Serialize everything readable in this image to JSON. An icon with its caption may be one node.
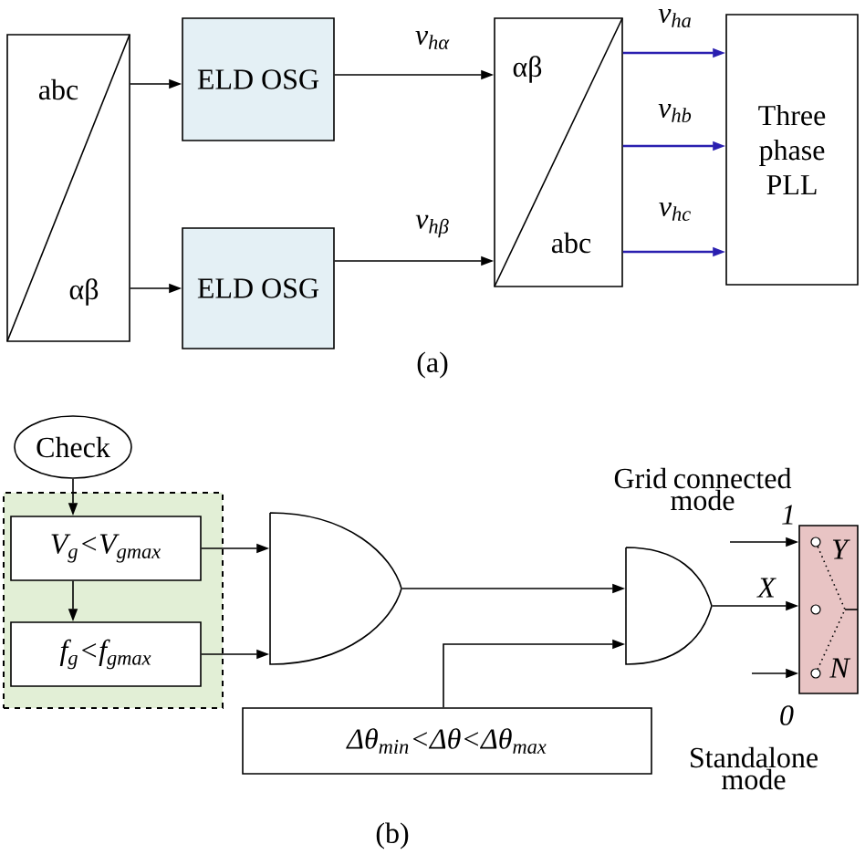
{
  "diagram": {
    "nodes": [
      {
        "text": [
          "abc",
          "αβ"
        ]
      },
      {
        "text": [
          "ELD OSG"
        ]
      },
      {
        "text": [
          "ELD OSG"
        ]
      },
      {
        "text": [
          "αβ",
          "abc"
        ]
      },
      {
        "text": [
          "Three phase PLL"
        ]
      },
      {
        "text": [
          "Check"
        ]
      },
      {
        "text": [],
        "shape": "box"
      },
      {
        "text": [
          "V$_{g}$<V$_{gmax}$"
        ],
        "in": 6
      },
      {
        "text": [
          "f$_{g}$<f$_{gmax}$"
        ],
        "in": 6
      },
      {
        "text": [],
        "shape": "gate"
      },
      {
        "text": [
          "Δθ$_{min}$<Δθ<Δθ$_{max}$"
        ]
      },
      {
        "text": [],
        "shape": "gate"
      },
      {
        "text": [
          "Y",
          "N"
        ]
      }
    ],
    "edges": [
      {
        "from": 0,
        "to": 1,
        "arrow": "to"
      },
      {
        "from": 0,
        "to": 2,
        "arrow": "to"
      },
      {
        "from": 1,
        "to": 3,
        "arrow": "to",
        "label": "v$_{hα}$"
      },
      {
        "from": 2,
        "to": 3,
        "arrow": "to",
        "label": "v$_{hβ}$"
      },
      {
        "from": 3,
        "to": 4,
        "arrow": "to",
        "label": "v$_{ha}$",
        "color": "#2a1fb0"
      },
      {
        "from": 3,
        "to": 4,
        "arrow": "to",
        "label": "v$_{hb}$",
        "color": "#2a1fb0"
      },
      {
        "from": 3,
        "to": 4,
        "arrow": "to",
        "label": "v$_{hc}$",
        "color": "#2a1fb0"
      },
      {
        "from": 5,
        "to": 7,
        "arrow": "to"
      },
      {
        "from": 7,
        "to": 8,
        "arrow": "to"
      },
      {
        "from": 7,
        "to": 9,
        "arrow": "to"
      },
      {
        "from": 8,
        "to": 9,
        "arrow": "to"
      },
      {
        "from": 9,
        "to": 11,
        "arrow": "to"
      },
      {
        "from": 10,
        "to": 11,
        "arrow": "to"
      },
      {
        "from": 11,
        "to": 12,
        "arrow": "to",
        "label": "X"
      },
      {
        "from": null,
        "to": 12,
        "arrow": "to"
      },
      {
        "from": null,
        "to": 12,
        "arrow": "to"
      }
    ],
    "labels": [
      "(a)",
      "Grid connected mode",
      "1",
      "0",
      "Standalone mode",
      "(b)"
    ]
  }
}
